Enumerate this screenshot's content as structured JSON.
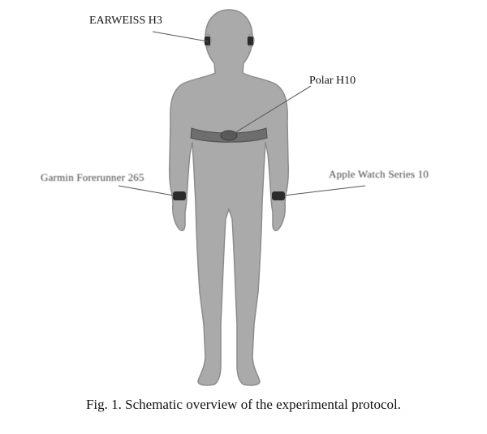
{
  "figure": {
    "labels": {
      "earweiss": "EARWEISS H3",
      "polar": "Polar H10",
      "garmin": "Garmin Forerunner 265",
      "apple": "Apple Watch Series 10"
    },
    "caption": "Fig. 1. Schematic overview of the experimental protocol.",
    "colors": {
      "body": "#aaaaaa",
      "body_edge": "#8c8c8c",
      "strap": "#6e6e6e",
      "device": "#2b2b2b",
      "leader": "#555555"
    }
  }
}
